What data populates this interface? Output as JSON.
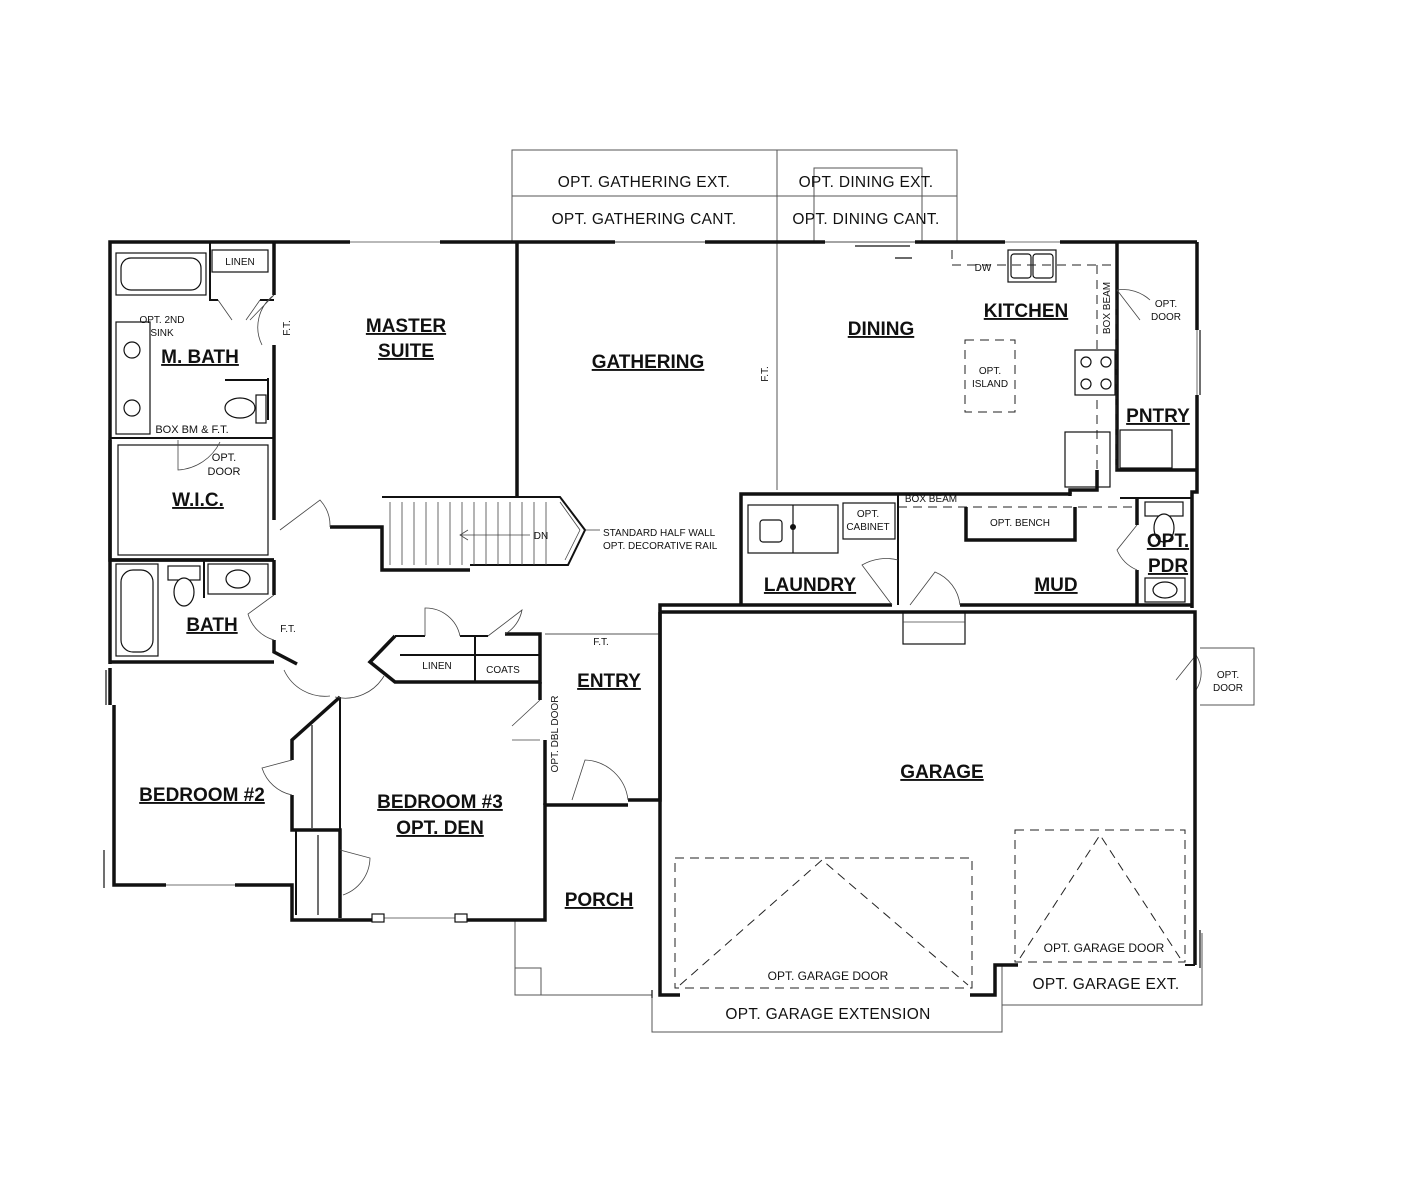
{
  "rooms": {
    "master_suite": [
      "MASTER",
      "SUITE"
    ],
    "m_bath": "M. BATH",
    "wic": "W.I.C.",
    "bath": "BATH",
    "bedroom2": "BEDROOM #2",
    "bedroom3": [
      "BEDROOM #3",
      "OPT. DEN"
    ],
    "gathering": "GATHERING",
    "dining": "DINING",
    "kitchen": "KITCHEN",
    "pantry": "PNTRY",
    "laundry": "LAUNDRY",
    "mud": "MUD",
    "opt_pdr": [
      "OPT.",
      "PDR"
    ],
    "entry": "ENTRY",
    "porch": "PORCH",
    "garage": "GARAGE"
  },
  "options": {
    "gathering_ext": "OPT. GATHERING EXT.",
    "gathering_cant": "OPT. GATHERING CANT.",
    "dining_ext": "OPT. DINING EXT.",
    "dining_cant": "OPT. DINING CANT.",
    "garage_extension": "OPT. GARAGE EXTENSION",
    "garage_ext": "OPT. GARAGE EXT.",
    "garage_door_left": "OPT. GARAGE DOOR",
    "garage_door_right": "OPT. GARAGE DOOR"
  },
  "notes": {
    "linen_top": "LINEN",
    "opt_2nd_sink": [
      "OPT. 2ND",
      "SINK"
    ],
    "box_bm_ft": "BOX BM & F.T.",
    "wic_opt_door": [
      "OPT.",
      "DOOR"
    ],
    "ft_master": "F.T.",
    "ft_bath": "F.T.",
    "ft_gathering": "F.T.",
    "ft_entry": "F.T.",
    "stair_dn": "DN",
    "stair_note": [
      "STANDARD HALF WALL",
      "OPT. DECORATIVE RAIL"
    ],
    "dw": "DW",
    "box_beam_kitchen": "BOX BEAM",
    "pantry_opt_door": [
      "OPT.",
      "DOOR"
    ],
    "opt_island": [
      "OPT.",
      "ISLAND"
    ],
    "box_beam_mud": "BOX BEAM",
    "opt_cabinet": [
      "OPT.",
      "CABINET"
    ],
    "opt_bench": "OPT. BENCH",
    "linen_hall": "LINEN",
    "coats": "COATS",
    "opt_dbl_door": "OPT. DBL DOOR",
    "garage_opt_door": [
      "OPT.",
      "DOOR"
    ]
  }
}
